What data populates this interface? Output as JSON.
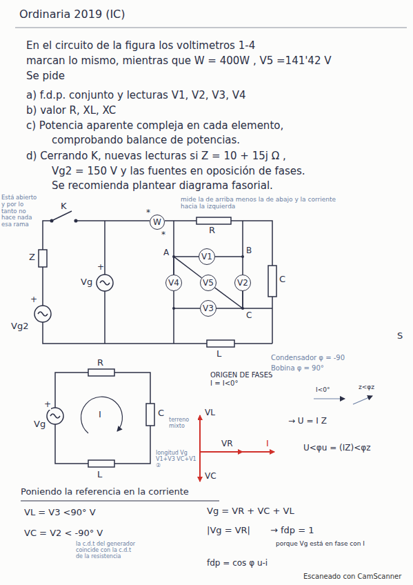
{
  "diagram": {
    "title": "Ordinaria 2019 (IC)",
    "nodes": [
      {
        "text": [
          "W"
        ]
      },
      {
        "text": [
          "V1"
        ]
      },
      {
        "text": [
          "V4"
        ]
      },
      {
        "text": [
          "V5"
        ]
      },
      {
        "text": [
          "V2"
        ]
      },
      {
        "text": [
          "V3"
        ]
      }
    ],
    "edges": [
      {
        "from": 2,
        "to": 1,
        "arrow": "none"
      },
      {
        "from": 1,
        "to": 4,
        "arrow": "none"
      },
      {
        "from": 2,
        "to": 3,
        "arrow": "none"
      },
      {
        "from": 3,
        "to": 4,
        "arrow": "none"
      },
      {
        "from": 4,
        "to": 5,
        "arrow": "none"
      },
      {
        "from": 2,
        "to": 5,
        "arrow": "none"
      }
    ],
    "labels": [
      "En el circuito de la figura los voltimetros 1-4",
      "marcan lo mismo, mientras que W = 400W , V5 =141'42 V",
      "Se pide",
      "a) f.d.p. conjunto y lecturas V1, V2, V3, V4",
      "b) valor R, XL, XC",
      "c) Potencia aparente compleja en cada elemento,",
      "comprobando balance de potencias.",
      "d) Cerrando K, nuevas lecturas si Z = 10 + 15j Ω ,",
      "Vg2 = 150 V y las fuentes en oposición de fases.",
      "Se recomienda plantear diagrama fasorial.",
      "Está abierto y por lo tanto no hace nada esa rama",
      "K",
      "mide la de arriba menos la de abajo y la corriente hacia la izquierda",
      "*",
      "*",
      "R",
      "A",
      "B",
      "C",
      "C",
      "Z",
      "Vg",
      "+",
      "Vg2",
      "+",
      "L",
      "R",
      "C",
      "L",
      "Vg",
      "+",
      "I",
      "ORIGEN DE FASES I = I<0°",
      "VL",
      "VR",
      "I",
      "VC",
      "terreno mixto",
      "longitud Vg V1+V3 VC+V1 ②",
      "Condensador φ = -90",
      "Bobina φ = 90°",
      "I<0°",
      "z<φz",
      "→ U = I Z",
      "U<φu = (IZ)<φz",
      "Poniendo la referencia en la corriente",
      "VL = V3 <90° V",
      "VC = V2 < -90° V",
      "Vg = VR + VC + VL",
      "|Vg = VR|",
      "→ fdp = 1",
      "porque Vg está en fase con I",
      "la c.d.t del generador coincide con la c.d.t de la resistencia",
      "fdp = cos φ u-i",
      "S",
      "Escaneado con CamScanner"
    ]
  }
}
